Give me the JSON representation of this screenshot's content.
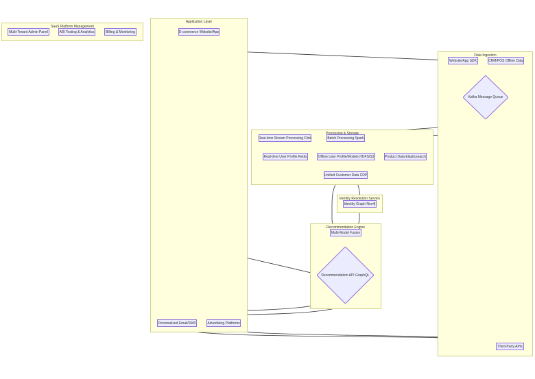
{
  "clusters": {
    "saas": "SaaS Platform Management",
    "app": "Application Layer",
    "ingest": "Data Ingestion",
    "processing": "Processing & Storage",
    "identity": "Identity Resolution Service",
    "reco": "Recommendation Engine"
  },
  "nodes": {
    "admin": "Multi-Tenant Admin Panel",
    "abtest": "A/B Testing & Analytics",
    "billing": "Billing & Monitoring",
    "ecom": "E-commerce Website/App",
    "sdk": "Website/App SDK",
    "crm": "CRM/POS Offline Data",
    "kafka": "Kafka Message Queue",
    "flink": "Real-time Stream Processing Flink",
    "spark": "Batch Processing Spark",
    "redis": "Real-time User Profile Redis",
    "hdfs": "Offline User Profile/Models HDFS/S3",
    "elastic": "Product Data Elasticsearch",
    "cdp": "Unified Customer Data CDP",
    "neo4j": "Identity Graph Neo4j",
    "fusion": "Multi-Model Fusion",
    "recoapi": "Recommendation API GraphQL",
    "email": "Personalized Email/SMS",
    "ads": "Advertising Platforms",
    "thirdparty": "Third-Party APIs"
  },
  "colors": {
    "cluster_fill": "#ffffde",
    "cluster_border": "#cfcf8a",
    "node_fill": "#ececff",
    "node_border": "#9370db",
    "edge": "#333333"
  }
}
